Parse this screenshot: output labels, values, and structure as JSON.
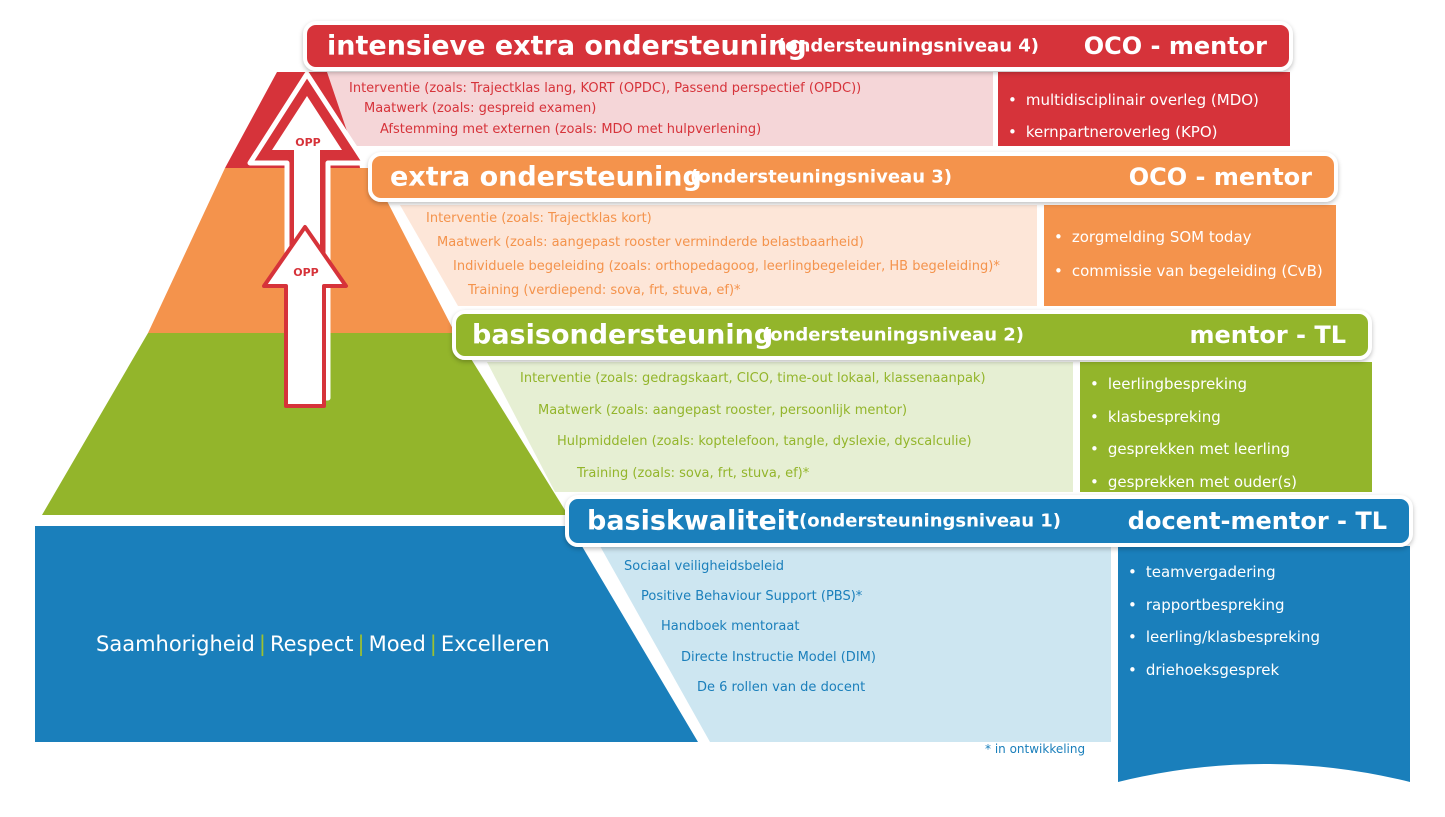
{
  "colors": {
    "red": "#d6333a",
    "orange": "#f4934c",
    "green": "#93b52b",
    "blue": "#1a7fbb",
    "red_light": "#f5d6d8",
    "orange_light": "#fde6d8",
    "green_light": "#e6efd3",
    "blue_light": "#cde6f1"
  },
  "arrows": [
    "OPP",
    "OPP"
  ],
  "levels": [
    {
      "title": "intensieve extra ondersteuning",
      "level": "(ondersteuningsniveau 4)",
      "roles": "OCO - mentor",
      "items": [
        "Interventie (zoals: Trajectklas lang, KORT (OPDC), Passend perspectief (OPDC))",
        "Maatwerk (zoals: gespreid examen)",
        "Afstemming met externen (zoals: MDO met hulpverlening)"
      ],
      "meetings": [
        "multidisciplinair overleg (MDO)",
        "kernpartneroverleg (KPO)"
      ]
    },
    {
      "title": "extra ondersteuning",
      "level": "(ondersteuningsniveau 3)",
      "roles": "OCO - mentor",
      "items": [
        "Interventie (zoals: Trajectklas kort)",
        "Maatwerk (zoals: aangepast rooster verminderde belastbaarheid)",
        "Individuele begeleiding (zoals: orthopedagoog, leerlingbegeleider, HB begeleiding)*",
        "Training (verdiepend: sova, frt, stuva, ef)*"
      ],
      "meetings": [
        "zorgmelding SOM today",
        "commissie van begeleiding (CvB)"
      ]
    },
    {
      "title": "basisondersteuning",
      "level": "(ondersteuningsniveau 2)",
      "roles": "mentor - TL",
      "items": [
        "Interventie (zoals: gedragskaart, CICO, time-out lokaal, klassenaanpak)",
        "Maatwerk (zoals: aangepast rooster, persoonlijk mentor)",
        "Hulpmiddelen (zoals: koptelefoon, tangle, dyslexie, dyscalculie)",
        "Training (zoals: sova, frt, stuva, ef)*"
      ],
      "meetings": [
        "leerlingbespreking",
        "klasbespreking",
        "gesprekken met  leerling",
        "gesprekken met ouder(s)"
      ]
    },
    {
      "title": "basiskwaliteit",
      "level": "(ondersteuningsniveau 1)",
      "roles": "docent-mentor - TL",
      "items": [
        "Sociaal veiligheidsbeleid",
        "Positive Behaviour Support (PBS)*",
        "Handboek mentoraat",
        "Directe Instructie Model (DIM)",
        "De 6 rollen  van de docent"
      ],
      "meetings": [
        "teamvergadering",
        "rapportbespreking",
        "leerling/klasbespreking",
        "driehoeksgesprek"
      ]
    }
  ],
  "values": [
    "Saamhorigheid",
    "Respect",
    "Moed",
    "Excelleren"
  ],
  "value_separator": "|",
  "footnote": "* in ontwikkeling"
}
